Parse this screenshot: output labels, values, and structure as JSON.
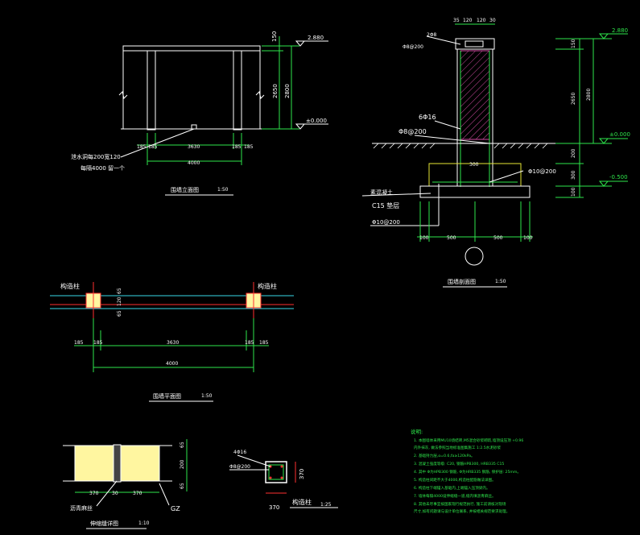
{
  "colors": {
    "background": "#000000",
    "structure": "#ffffff",
    "dimension": "#2ee64b",
    "annotation": "#e6e635",
    "column": "#ff3030",
    "hatch": "#d04aa0",
    "cyan": "#38d8e8",
    "yellow_fill": "#fff6a0"
  },
  "elevation": {
    "level_top": "2.880",
    "level_zero": "±0.000",
    "dim_150": "150",
    "dim_2650": "2650",
    "dim_2800": "2800",
    "dim_185a": "185",
    "dim_185b": "185",
    "dim_3630": "3630",
    "dim_185c": "185",
    "dim_185d": "185",
    "dim_4000": "4000",
    "note_hole": "泄水洞每200宽120",
    "note_hole2": "每隔4000 留一个",
    "title": "围墙立面图",
    "scale": "1:50"
  },
  "section": {
    "top_dims": [
      "35",
      "120",
      "120",
      "30"
    ],
    "top_note": "2Φ8",
    "top_note2": "Φ8@200",
    "level_top": "2.880",
    "level_zero": "±0.000",
    "level_neg": "-0.500",
    "dim_150": "150",
    "dim_2650": "2650",
    "dim_2800": "2800",
    "dim_200": "200",
    "dim_300": "300",
    "dim_100": "100",
    "bars": "6Φ16",
    "stirrup": "Φ8@200",
    "base_bar": "Φ10@200",
    "width_300": "300",
    "concrete": "素混凝土",
    "cushion": "C15 垫层",
    "base_bar2": "Φ10@200",
    "bottom_dims": [
      "100",
      "500",
      "500",
      "100"
    ],
    "title": "围墙剖面图",
    "scale": "1:50"
  },
  "plan": {
    "label_left": "构造柱",
    "label_right": "构造柱",
    "dim_v1": "65",
    "dim_v2": "120",
    "dim_v3": "65",
    "dim_185a": "185",
    "dim_185b": "185",
    "dim_3630": "3630",
    "dim_185c": "185",
    "dim_185d": "185",
    "dim_4000": "4000",
    "title": "围墙平面图",
    "scale": "1:50"
  },
  "joint": {
    "dim_65a": "65",
    "dim_200": "200",
    "dim_65b": "65",
    "dim_370a": "370",
    "dim_30": "30",
    "dim_370b": "370",
    "filler": "沥青麻丝",
    "gz": "GZ",
    "title": "伸缩缝详图",
    "scale": "1:10"
  },
  "column": {
    "bars": "4Φ16",
    "stirrup": "Φ8@200",
    "dim_370a": "370",
    "dim_370b": "370",
    "title": "构造柱",
    "scale": "1:25"
  },
  "notes": {
    "heading": "说明:",
    "lines": [
      "1. 本图墙体采用MU10烧结砖,M5混合砂浆砌筑,墙顶设压顶 +0.96",
      "   内外抹灰, 做法参照当地标准图集施工 1:2.5水泥砂浆",
      "2. 基础持力层,α=0.6,fa≥120kPa。",
      "3. 混凝土强度等级: C20, 钢筋HPB300, HRB335 C15",
      "4. 其中 Φ为HPB300 钢筋, Φ为HRB335 钢筋, 保护层: 25mm。",
      "5. 构造柱间距不大于4000,构造柱配筋做法详图。",
      "6. 构造柱下端锚入基础内,上端锚入压顶梁内。",
      "7. 墙体每隔4000设伸缩缝一道,缝内填沥青麻丝。",
      "8. 其他未尽事宜按国家现行规范执行, 施工前请核对现场",
      "   尺寸,如有问题请与设计单位联系, 并按相关规范要求处理。"
    ]
  }
}
